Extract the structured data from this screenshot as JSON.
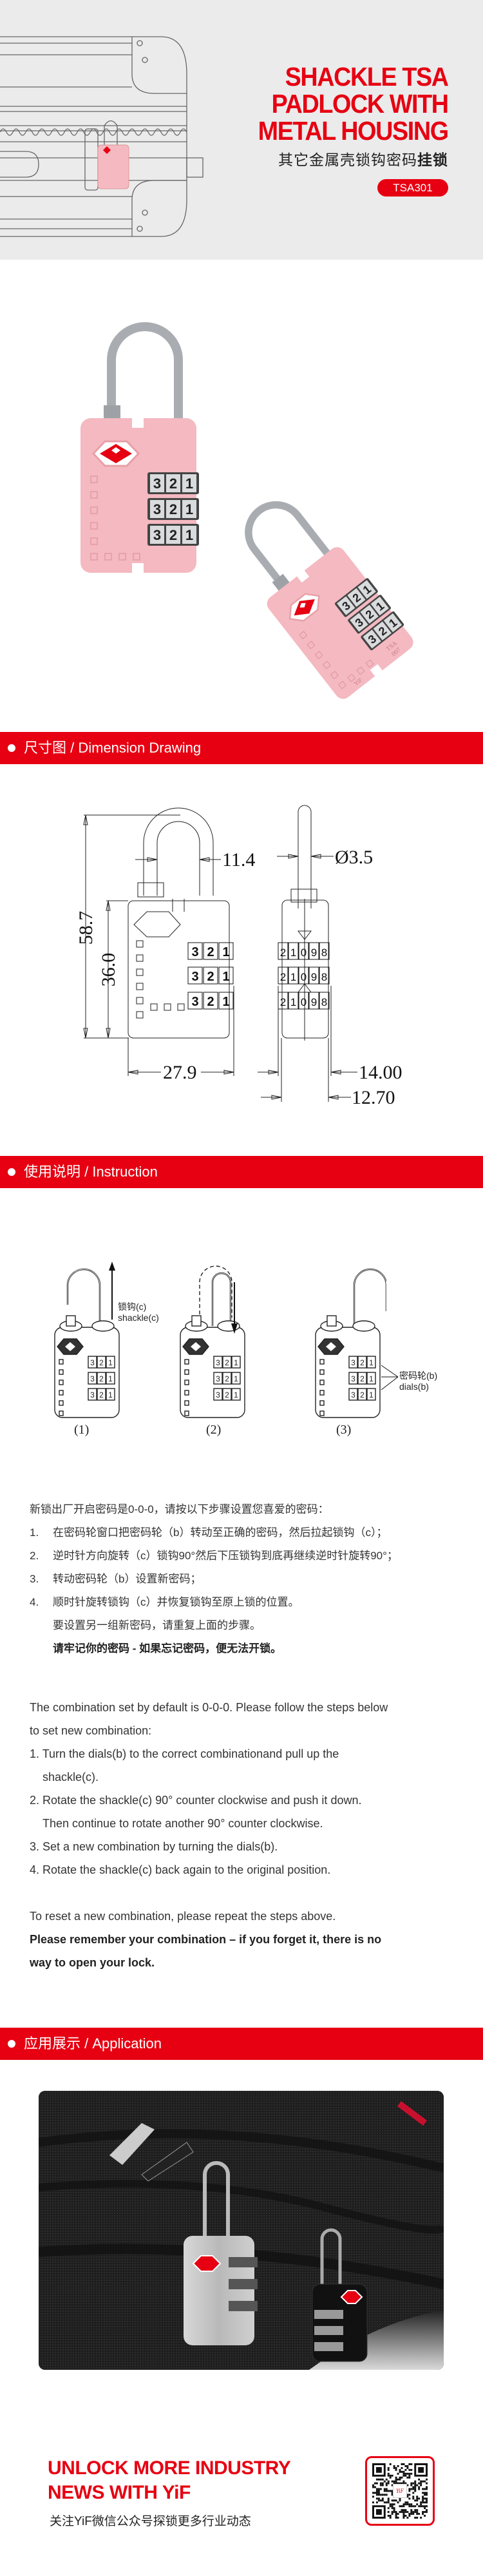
{
  "hero": {
    "title_lines": [
      "SHACKLE TSA",
      "PADLOCK WITH",
      "METAL HOUSING"
    ],
    "subtitle_regular": "其它金属壳锁钩密码",
    "subtitle_bold": "挂锁",
    "model": "TSA301"
  },
  "product": {
    "dial_digits": [
      "3",
      "2",
      "1"
    ],
    "bottom_mark": [
      "TSA",
      "007"
    ],
    "brand": "YiF",
    "body_color": "#f4b9c1",
    "accent": "#e60012"
  },
  "sections": {
    "dimension": "尺寸图 / Dimension Drawing",
    "instruction": "使用说明 / Instruction",
    "application": "应用展示 / Application"
  },
  "dimensions": {
    "height_total": "58.7",
    "body_height": "36.0",
    "shackle_span": "11.4",
    "shackle_diameter": "Ø3.5",
    "body_width": "27.9",
    "depth_dials": "14.00",
    "depth_body": "12.70",
    "side_dial_digits": [
      "2",
      "1",
      "0",
      "9",
      "8"
    ]
  },
  "instruction": {
    "diagram": {
      "steps": [
        "(1)",
        "(2)",
        "(3)"
      ],
      "shackle_cn": "锁钩(c)",
      "shackle_en": "shackle(c)",
      "dials_cn": "密码轮(b)",
      "dials_en": "dials(b)"
    },
    "cn": {
      "intro": "新锁出厂开启密码是0-0-0，请按以下步骤设置您喜爱的密码：",
      "steps": [
        {
          "num": "1.",
          "text": "在密码轮窗口把密码轮（b）转动至正确的密码，然后拉起锁钩（c）；"
        },
        {
          "num": "2.",
          "text": "逆时针方向旋转（c）锁钩90°然后下压锁钩到底再继续逆时针旋转90°；"
        },
        {
          "num": "3.",
          "text": "转动密码轮（b）设置新密码；"
        },
        {
          "num": "4.",
          "text": "顺时针旋转锁钩（c）并恢复锁钩至原上锁的位置。"
        }
      ],
      "reset": "要设置另一组新密码，请重复上面的步骤。",
      "warning": "请牢记你的密码 - 如果忘记密码，便无法开锁。"
    },
    "en": {
      "intro_lines": [
        "The combination set by default is 0-0-0. Please follow the steps below",
        "to set new combination:"
      ],
      "steps": [
        [
          "1. Turn the dials(b) to the correct combinationand pull up the",
          "shackle(c)."
        ],
        [
          "2. Rotate the shackle(c) 90° counter clockwise and push it down.",
          "Then continue to rotate another 90° counter clockwise."
        ],
        [
          "3. Set a new combination by turning the dials(b)."
        ],
        [
          "4. Rotate the shackle(c) back again to the original position."
        ]
      ],
      "reset": "To reset a new combination, please repeat the steps above.",
      "warning_lines": [
        "Please remember your combination – if you forget it, there is no",
        "way to open your lock."
      ]
    }
  },
  "footer": {
    "title_lines": [
      "UNLOCK MORE INDUSTRY",
      "NEWS WITH YiF"
    ],
    "subtitle": "关注YiF微信公众号探锁更多行业动态",
    "qr_logo": "YiF"
  }
}
